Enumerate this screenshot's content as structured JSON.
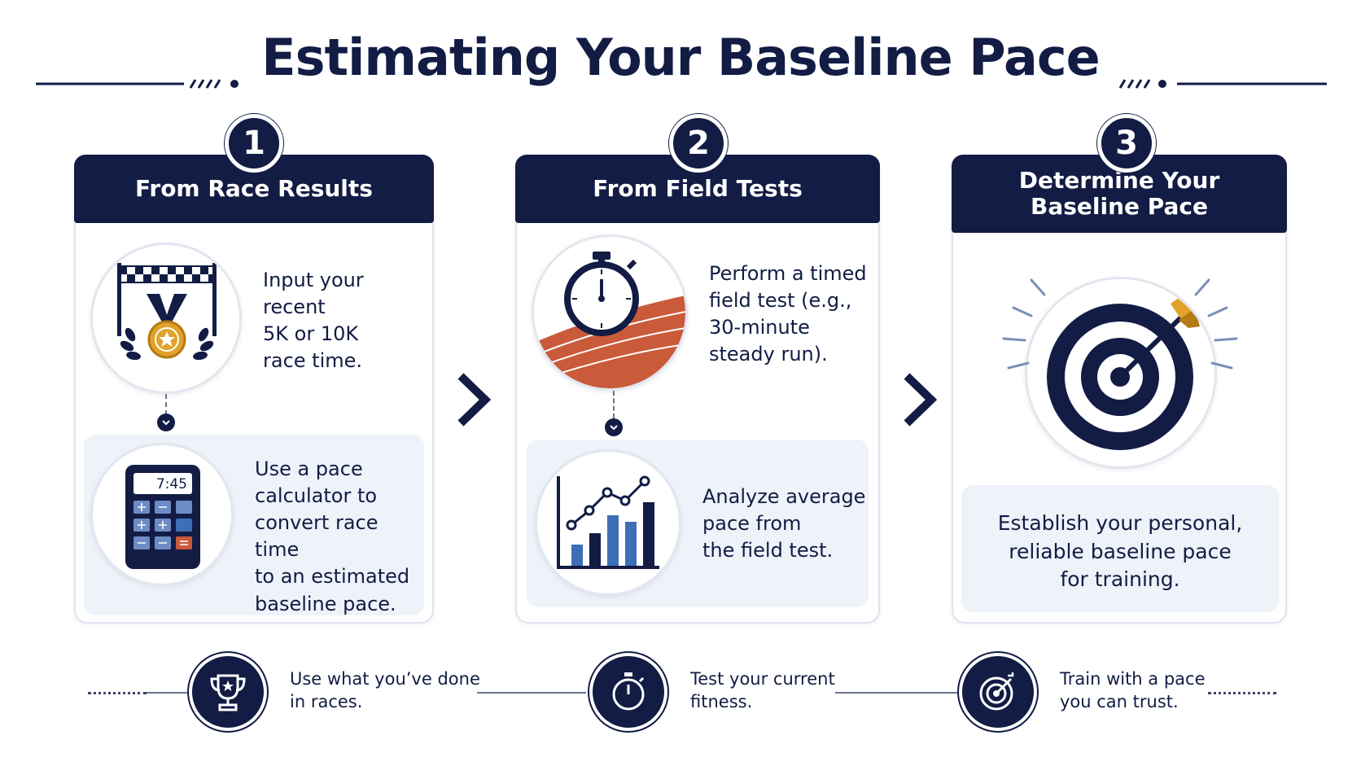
{
  "title": "Estimating Your Baseline Pace",
  "colors": {
    "navy": "#121c44",
    "gold": "#e0a22a",
    "track": "#c95a3a",
    "blue": "#3d6fb6",
    "panel": "#eef2f9"
  },
  "steps": [
    {
      "number": "1",
      "heading": "From Race Results",
      "item1": {
        "icon": "finish-line-medal-icon",
        "text": [
          "Input your recent",
          "5K or 10K",
          "race time."
        ]
      },
      "item2": {
        "icon": "calculator-icon",
        "display": "7:45",
        "text": [
          "Use a pace",
          "calculator to",
          "convert race time",
          "to an estimated",
          "baseline pace."
        ]
      }
    },
    {
      "number": "2",
      "heading": "From Field Tests",
      "item1": {
        "icon": "stopwatch-track-icon",
        "text": [
          "Perform a timed",
          "field test (e.g.,",
          "30-minute",
          "steady run)."
        ]
      },
      "item2": {
        "icon": "bar-line-chart-icon",
        "text": [
          "Analyze average",
          "pace from",
          "the field test."
        ]
      }
    },
    {
      "number": "3",
      "heading": [
        "Determine Your",
        "Baseline Pace"
      ],
      "item1": {
        "icon": "target-arrow-icon"
      },
      "item2": {
        "text": [
          "Establish your personal,",
          "reliable baseline pace",
          "for training."
        ]
      }
    }
  ],
  "bottom": [
    {
      "icon": "trophy-icon",
      "text": [
        "Use what you’ve done",
        "in races."
      ]
    },
    {
      "icon": "stopwatch-icon",
      "text": [
        "Test your current",
        "fitness."
      ]
    },
    {
      "icon": "target-icon",
      "text": [
        "Train with a pace",
        "you can trust."
      ]
    }
  ]
}
